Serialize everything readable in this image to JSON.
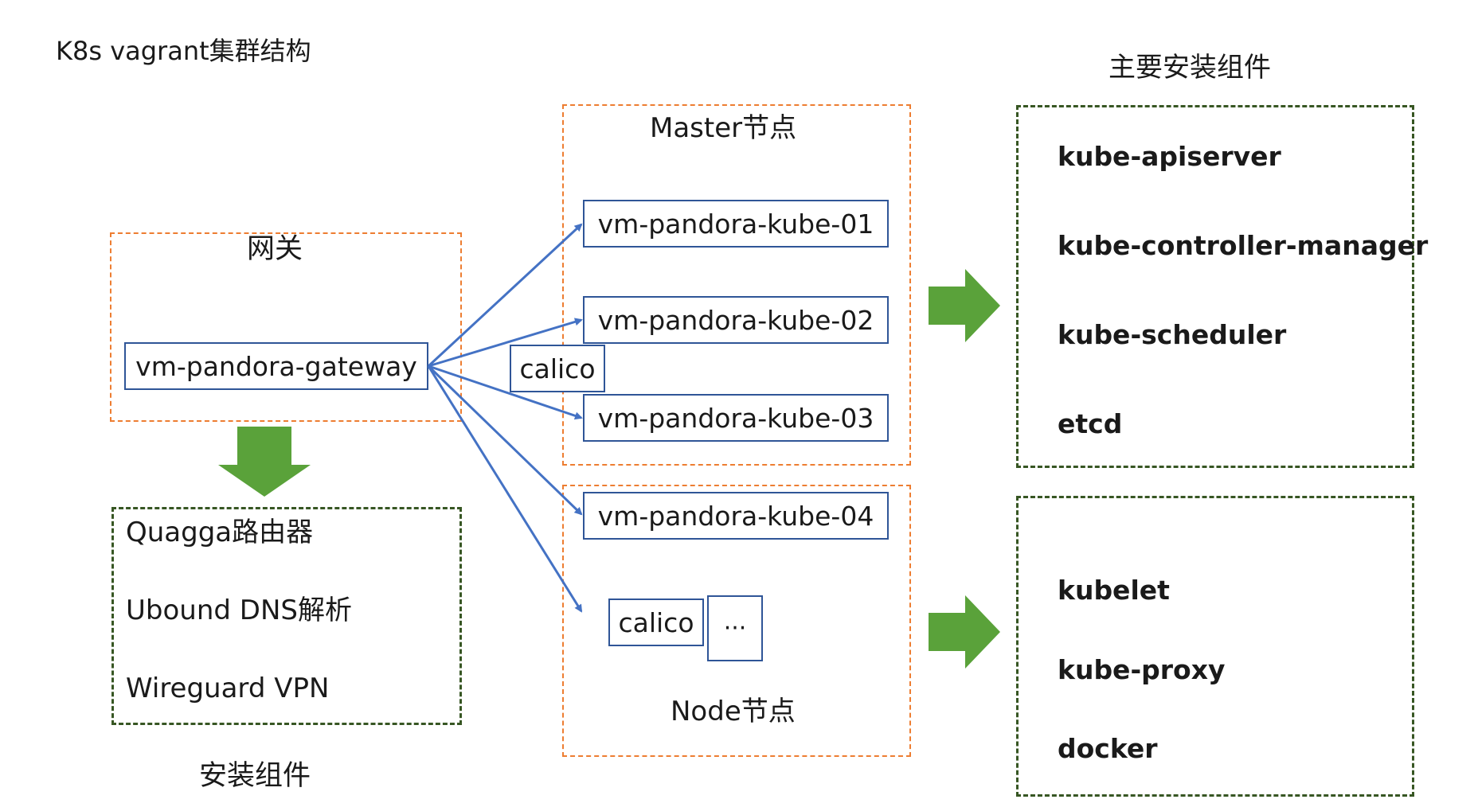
{
  "title": "K8s vagrant集群结构",
  "components_title": "主要安装组件",
  "gateway": {
    "label": "网关",
    "vm": "vm-pandora-gateway",
    "install_label": "安装组件",
    "components": [
      "Quagga路由器",
      "Ubound DNS解析",
      "Wireguard VPN"
    ]
  },
  "master": {
    "label": "Master节点",
    "vms": [
      "vm-pandora-kube-01",
      "vm-pandora-kube-02",
      "vm-pandora-kube-03"
    ],
    "components": [
      "kube-apiserver",
      "kube-controller-manager",
      "kube-scheduler",
      "etcd"
    ]
  },
  "node": {
    "label": "Node节点",
    "vms": [
      "vm-pandora-kube-04"
    ],
    "calico": "calico",
    "ellipsis": "···",
    "components": [
      "kubelet",
      "kube-proxy",
      "docker"
    ]
  },
  "network_label": "calico",
  "colors": {
    "orange_dash": "#ed7d31",
    "green_dash": "#375623",
    "box_border": "#2f5597",
    "link_arrow": "#4472c4",
    "block_arrow": "#5aa23a"
  },
  "icons": {
    "block_arrow_down": "arrow-down-icon",
    "block_arrow_right": "arrow-right-icon"
  }
}
